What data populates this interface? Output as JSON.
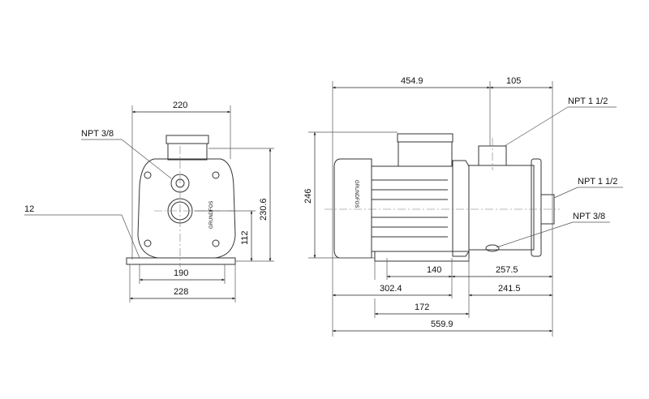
{
  "end_view": {
    "labels": {
      "width_top": "220",
      "height_total": "230.6",
      "height_axis": "112",
      "foot_inner": "190",
      "foot_outer": "228",
      "foot_thickness": "12",
      "drain_port": "NPT 3/8"
    },
    "logo": "GRUNDFOS"
  },
  "side_view": {
    "labels": {
      "top_length": "454.9",
      "top_outlet_offset": "105",
      "height": "246",
      "outlet_port": "NPT 1 1/2",
      "inlet_port": "NPT 1 1/2",
      "drain_port": "NPT 3/8",
      "dim_140": "140",
      "dim_257_5": "257.5",
      "dim_302_4": "302.4",
      "dim_241_5": "241.5",
      "dim_172": "172",
      "overall_length": "559.9"
    },
    "logo": "GRUNDFOS"
  }
}
